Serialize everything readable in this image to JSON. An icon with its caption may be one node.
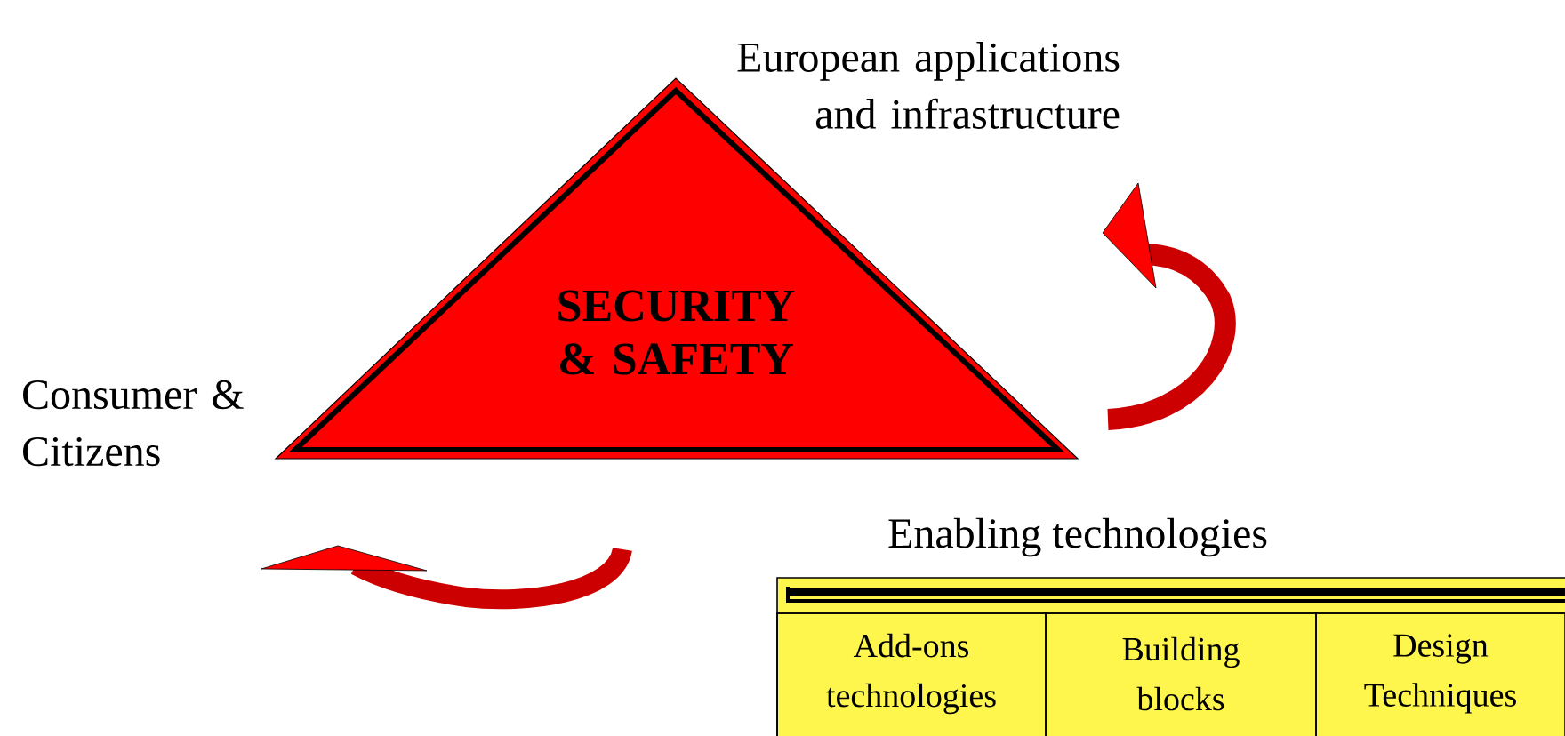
{
  "diagram": {
    "nodes": [
      {
        "text": [
          "SECURITY & SAFETY"
        ]
      },
      {
        "text": [
          "European applications and infrastructure"
        ]
      },
      {
        "text": [
          "Consumer & Citizens"
        ]
      },
      {
        "text": [
          "Enabling technologies"
        ]
      },
      {
        "text": [
          "Add-ons technologies"
        ],
        "in": 3
      },
      {
        "text": [
          "Building blocks"
        ],
        "in": 3
      },
      {
        "text": [
          "Design Techniques"
        ],
        "in": 3
      }
    ]
  }
}
